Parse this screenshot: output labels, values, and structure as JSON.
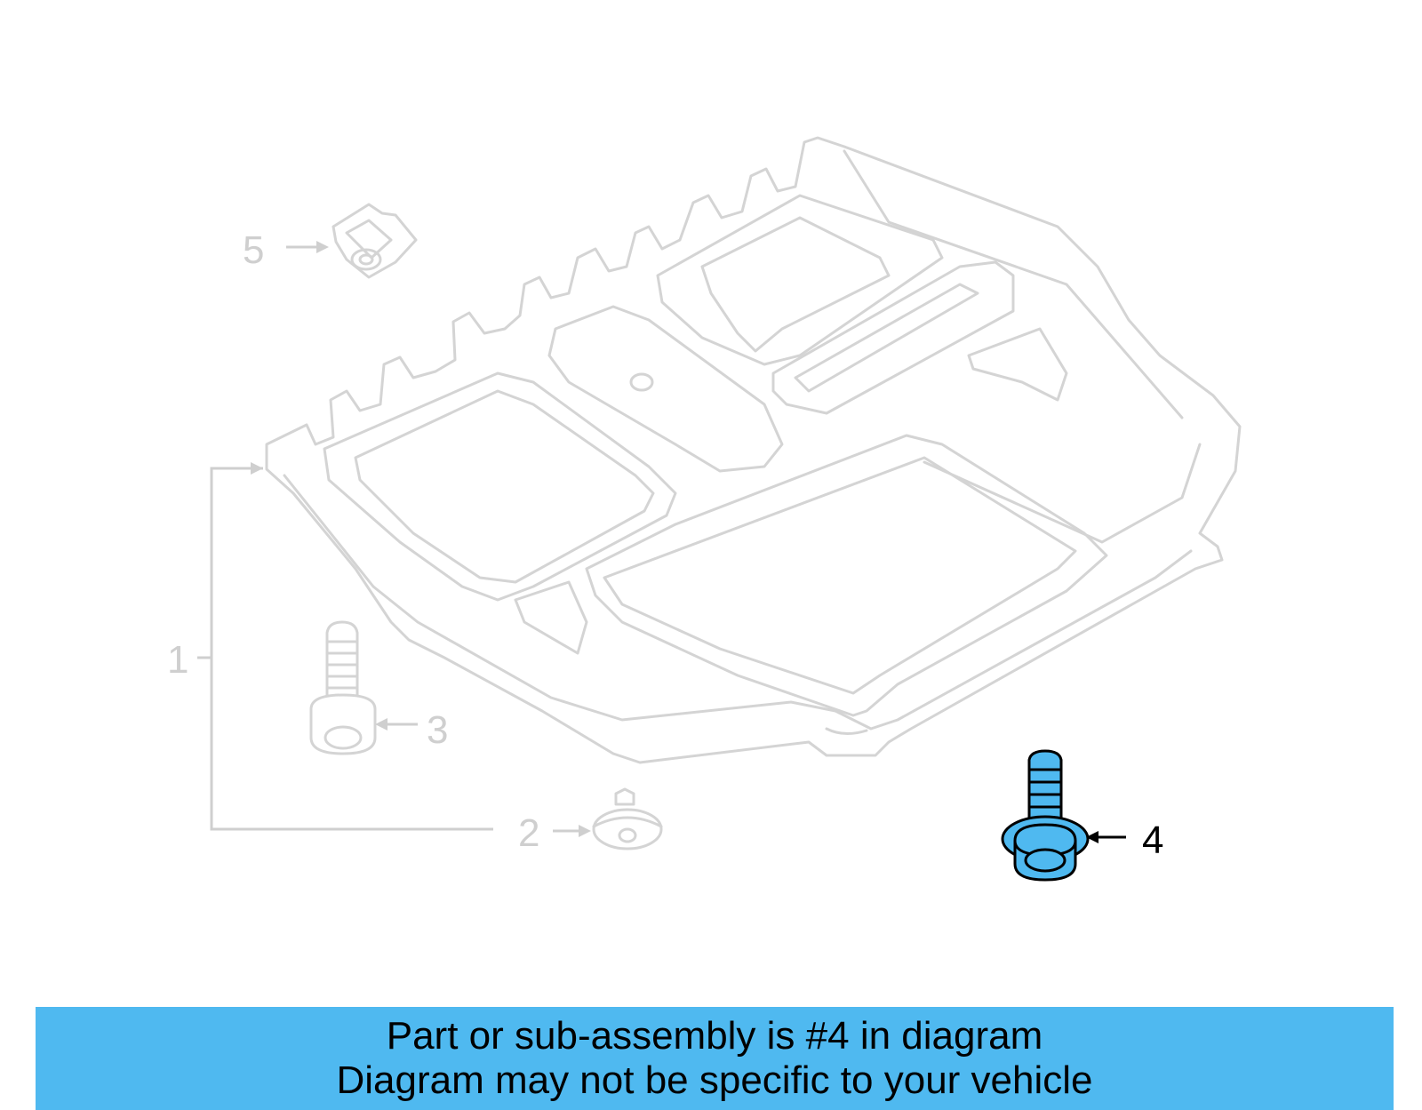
{
  "diagram": {
    "callouts": {
      "c1": "1",
      "c2": "2",
      "c3": "3",
      "c4": "4",
      "c5": "5"
    },
    "highlighted_part": "4",
    "highlight_color": "#4fb9f0",
    "ghost_color": "#d4d4d4"
  },
  "banner": {
    "line1": "Part or sub-assembly is #4 in diagram",
    "line2": "Diagram may not be specific to your vehicle",
    "color": "#4fb9f0"
  }
}
